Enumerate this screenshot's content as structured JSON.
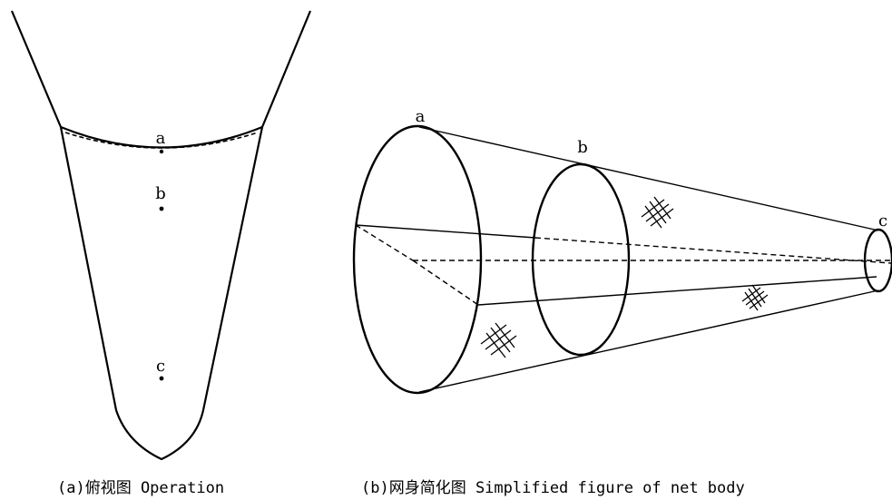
{
  "panel_a": {
    "labels": {
      "a": "a",
      "b": "b",
      "c": "c"
    }
  },
  "panel_b": {
    "labels": {
      "a": "a",
      "b": "b",
      "c": "c"
    }
  },
  "captions": {
    "a": "(a)俯视图 Operation",
    "b": "(b)网身简化图 Simplified figure of net body"
  },
  "colors": {
    "stroke": "#000000",
    "background": "#ffffff"
  }
}
